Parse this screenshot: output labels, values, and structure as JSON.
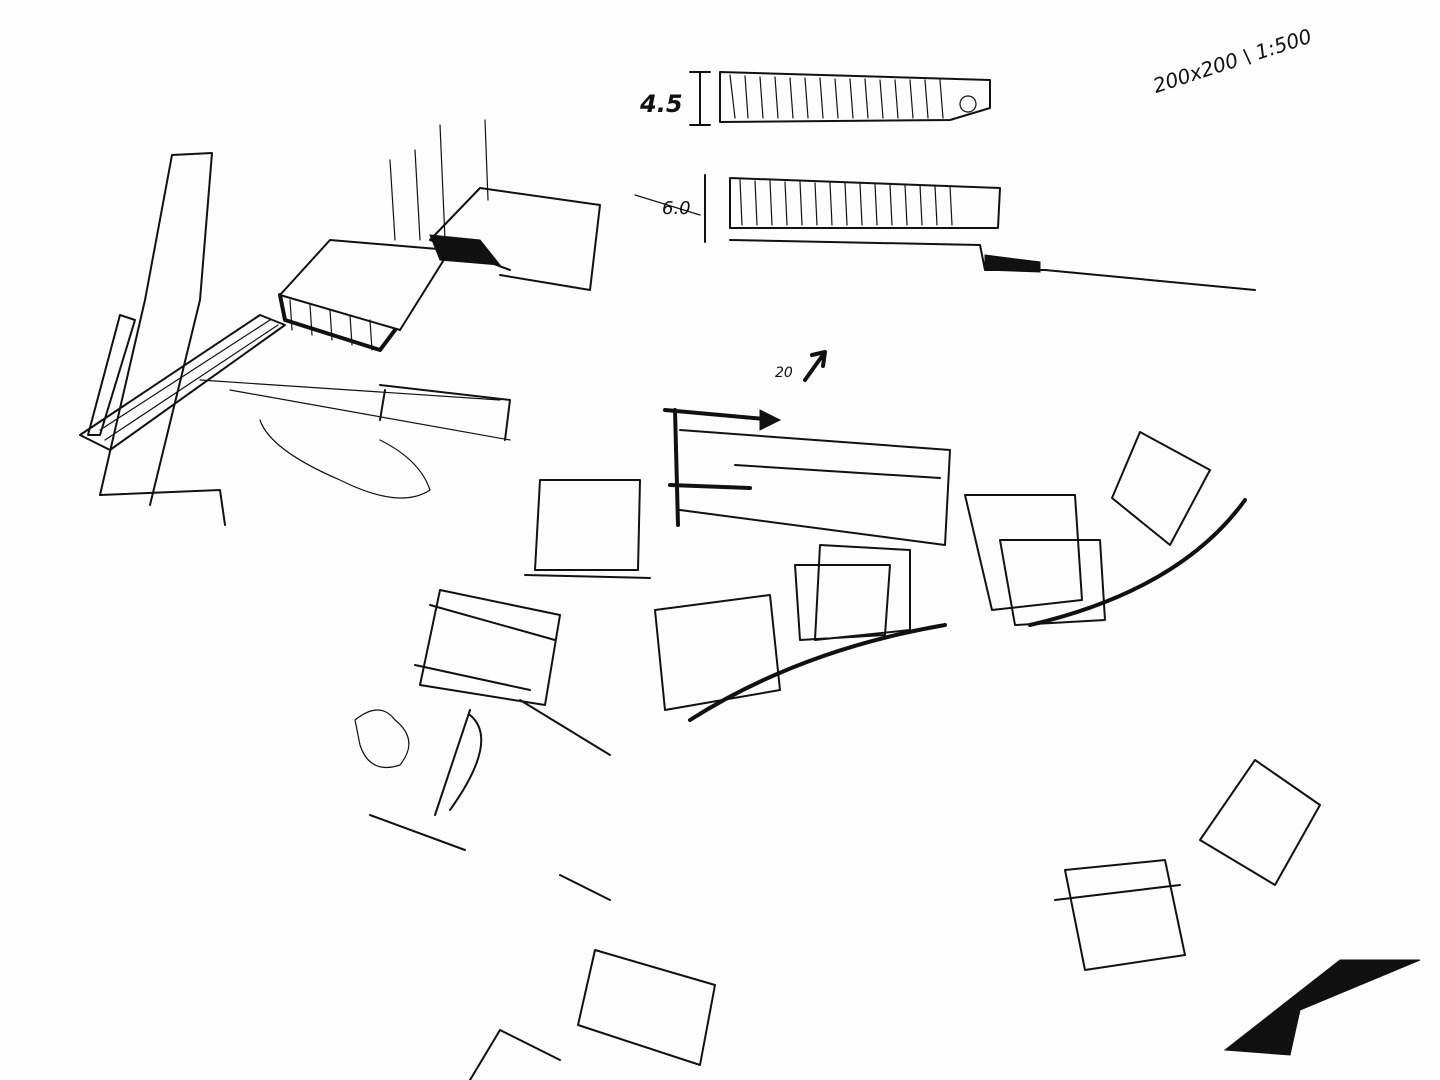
{
  "sketch": {
    "title_note": "200x200 \\ 1:500",
    "elevation_top_height": "4.5",
    "elevation_bottom_height": "6.0",
    "north_arrow_label": "20"
  }
}
